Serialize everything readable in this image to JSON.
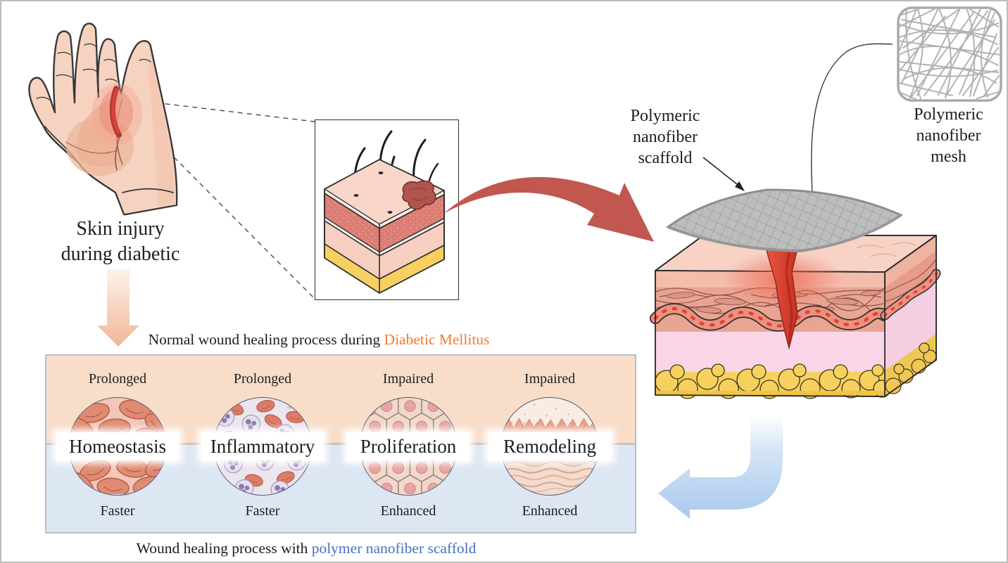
{
  "left_column": {
    "injury_caption_line1": "Skin injury",
    "injury_caption_line2": "during diabetic"
  },
  "scaffold_label": {
    "line1": "Polymeric",
    "line2": "nanofiber",
    "line3": "scaffold"
  },
  "mesh_label": {
    "line1": "Polymeric",
    "line2": "nanofiber",
    "line3": "mesh"
  },
  "panel": {
    "title_prefix": "Normal wound healing process during ",
    "title_highlight": "Diabetic Mellitus",
    "footer_prefix": "Wound healing process with ",
    "footer_highlight": "polymer nanofiber scaffold",
    "stages": [
      {
        "name": "Homeostasis",
        "top": "Prolonged",
        "bottom": "Faster"
      },
      {
        "name": "Inflammatory",
        "top": "Prolonged",
        "bottom": "Faster"
      },
      {
        "name": "Proliferation",
        "top": "Impaired",
        "bottom": "Enhanced"
      },
      {
        "name": "Remodeling",
        "top": "Impaired",
        "bottom": "Enhanced"
      }
    ]
  },
  "colors": {
    "highlight_orange": "#ED7D31",
    "highlight_blue": "#4472C4",
    "panel_top_peach": "#f8ddc9",
    "panel_bottom_blue": "#dde7f3",
    "red_arrow": "#c1574f",
    "blue_arrow": "#accbee",
    "peach_arrow": "#f2ba9b",
    "scaffold_gray": "#bdbdbd"
  }
}
